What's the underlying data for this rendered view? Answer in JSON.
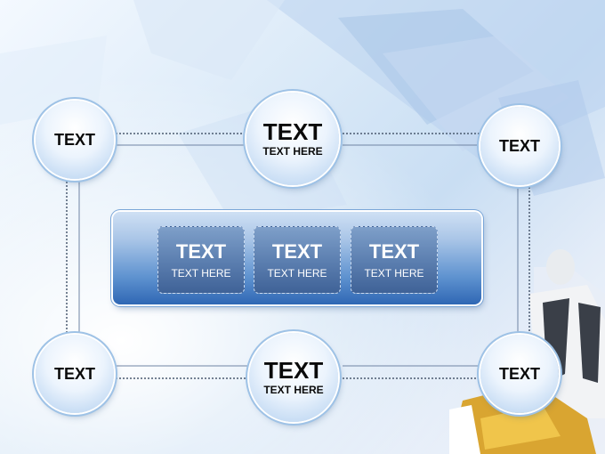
{
  "nodes": [
    {
      "id": "top-left",
      "title": "TEXT"
    },
    {
      "id": "top-center",
      "title": "TEXT",
      "subtitle": "TEXT HERE"
    },
    {
      "id": "top-right",
      "title": "TEXT"
    },
    {
      "id": "bottom-left",
      "title": "TEXT"
    },
    {
      "id": "bottom-center",
      "title": "TEXT",
      "subtitle": "TEXT HERE"
    },
    {
      "id": "bottom-right",
      "title": "TEXT"
    }
  ],
  "panel": {
    "cards": [
      {
        "title": "TEXT",
        "subtitle": "TEXT HERE"
      },
      {
        "title": "TEXT",
        "subtitle": "TEXT HERE"
      },
      {
        "title": "TEXT",
        "subtitle": "TEXT HERE"
      }
    ]
  },
  "colors": {
    "node_border": "#9ec2e6",
    "panel_dark": "#2f67b4",
    "card_fill": "#5d80b1",
    "connector": "#4a5a70"
  }
}
